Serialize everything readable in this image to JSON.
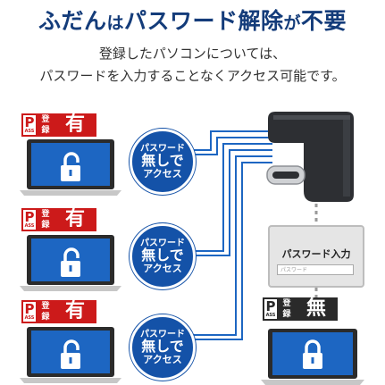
{
  "header": {
    "title_part1": "ふだん",
    "title_part2": "は",
    "title_part3": "パスワード解除",
    "title_part4": "が",
    "title_part5": "不要"
  },
  "subtitle": {
    "line1": "登録したパソコンについては、",
    "line2": "パスワードを入力することなくアクセス可能です。"
  },
  "tags": [
    {
      "p": "P",
      "pass": "ASS",
      "reg1": "登",
      "reg2": "録",
      "value": "有"
    },
    {
      "p": "P",
      "pass": "ASS",
      "reg1": "登",
      "reg2": "録",
      "value": "有"
    },
    {
      "p": "P",
      "pass": "ASS",
      "reg1": "登",
      "reg2": "録",
      "value": "有"
    },
    {
      "p": "P",
      "pass": "ASS",
      "reg1": "登",
      "reg2": "録",
      "value": "無"
    }
  ],
  "bubbles": [
    {
      "line1": "パスワード",
      "line2": "無しで",
      "line3": "アクセス"
    },
    {
      "line1": "パスワード",
      "line2": "無しで",
      "line3": "アクセス"
    },
    {
      "line1": "パスワード",
      "line2": "無しで",
      "line3": "アクセス"
    }
  ],
  "password_prompt": {
    "label": "パスワード入力",
    "placeholder": "パスワード"
  },
  "colors": {
    "title": "#143c7a",
    "accent_red": "#cc1a1a",
    "bubble_blue": "#1452a8",
    "screen_blue": "#1d66c2",
    "unregistered_gray": "#2a2a2a"
  },
  "icons": [
    "unlocked-padlock-icon",
    "locked-padlock-icon",
    "warning-icon",
    "usb-c-adapter"
  ]
}
